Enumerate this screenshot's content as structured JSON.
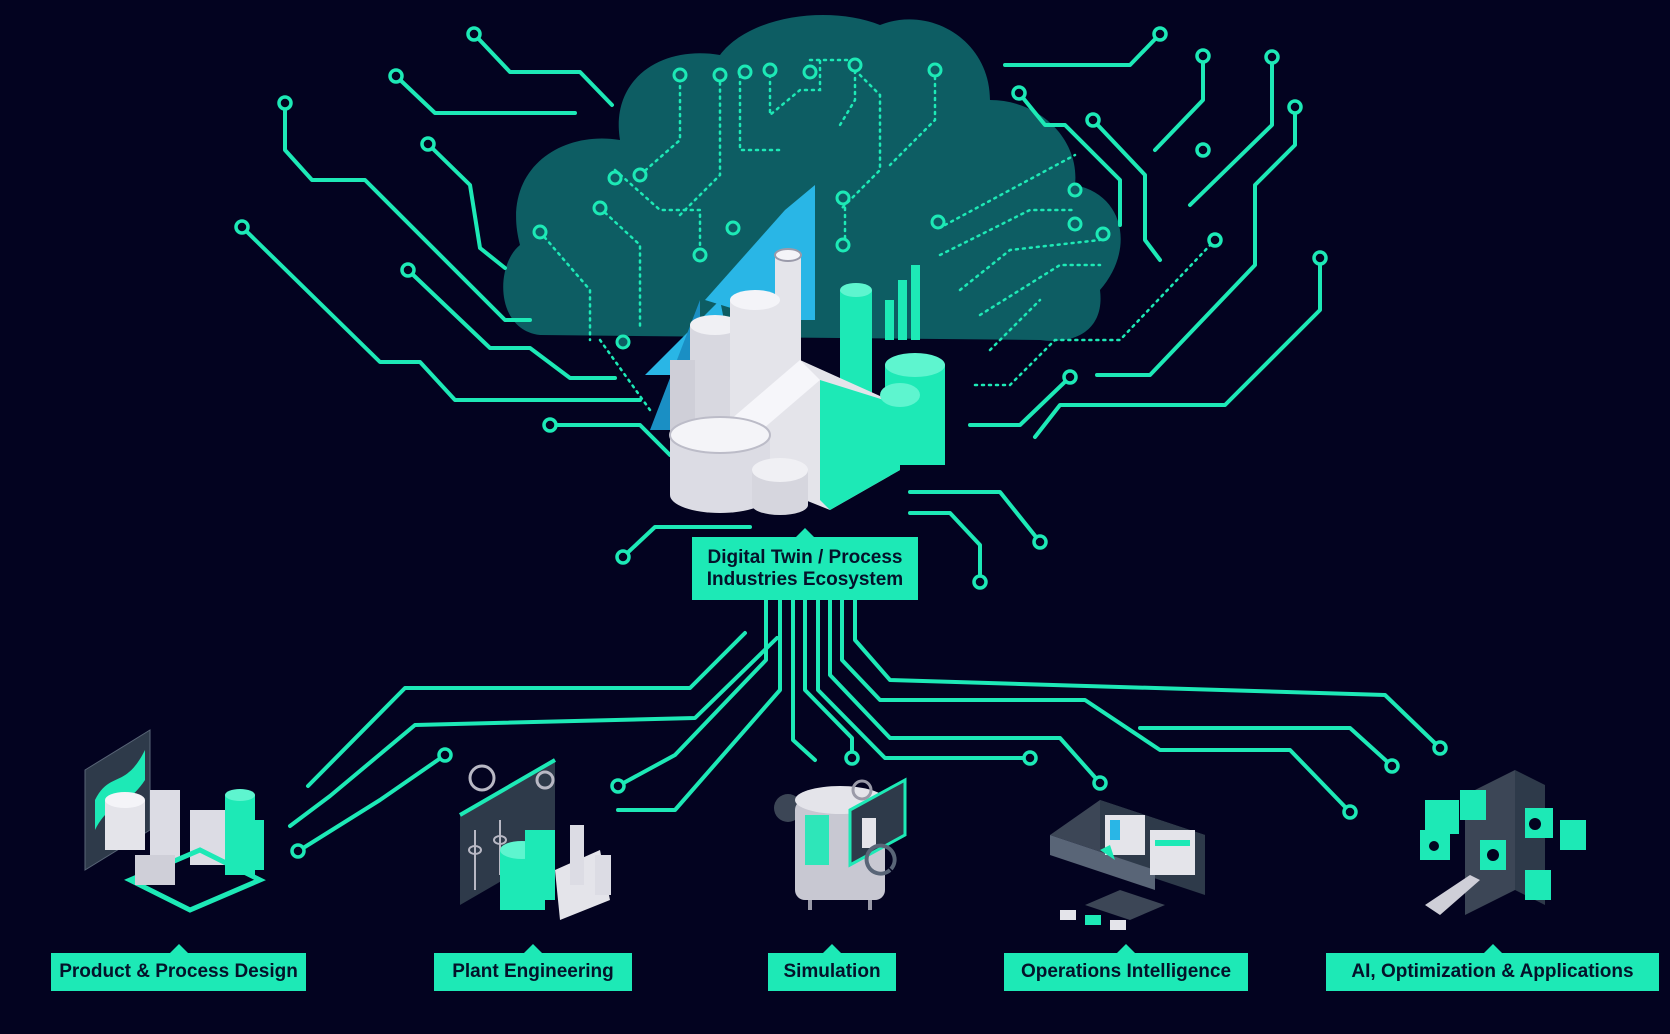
{
  "hub": {
    "line1": "Digital Twin / Process",
    "line2": "Industries Ecosystem"
  },
  "categories": [
    {
      "label": "Product & Process Design"
    },
    {
      "label": "Plant Engineering"
    },
    {
      "label": "Simulation"
    },
    {
      "label": "Operations Intelligence"
    },
    {
      "label": "AI, Optimization & Applications"
    }
  ],
  "colors": {
    "background": "#030320",
    "accent": "#1de9b6",
    "cloud": "#0d5d63",
    "sky_blue": "#29b6e6",
    "plant_gray": "#e4e4ea"
  }
}
